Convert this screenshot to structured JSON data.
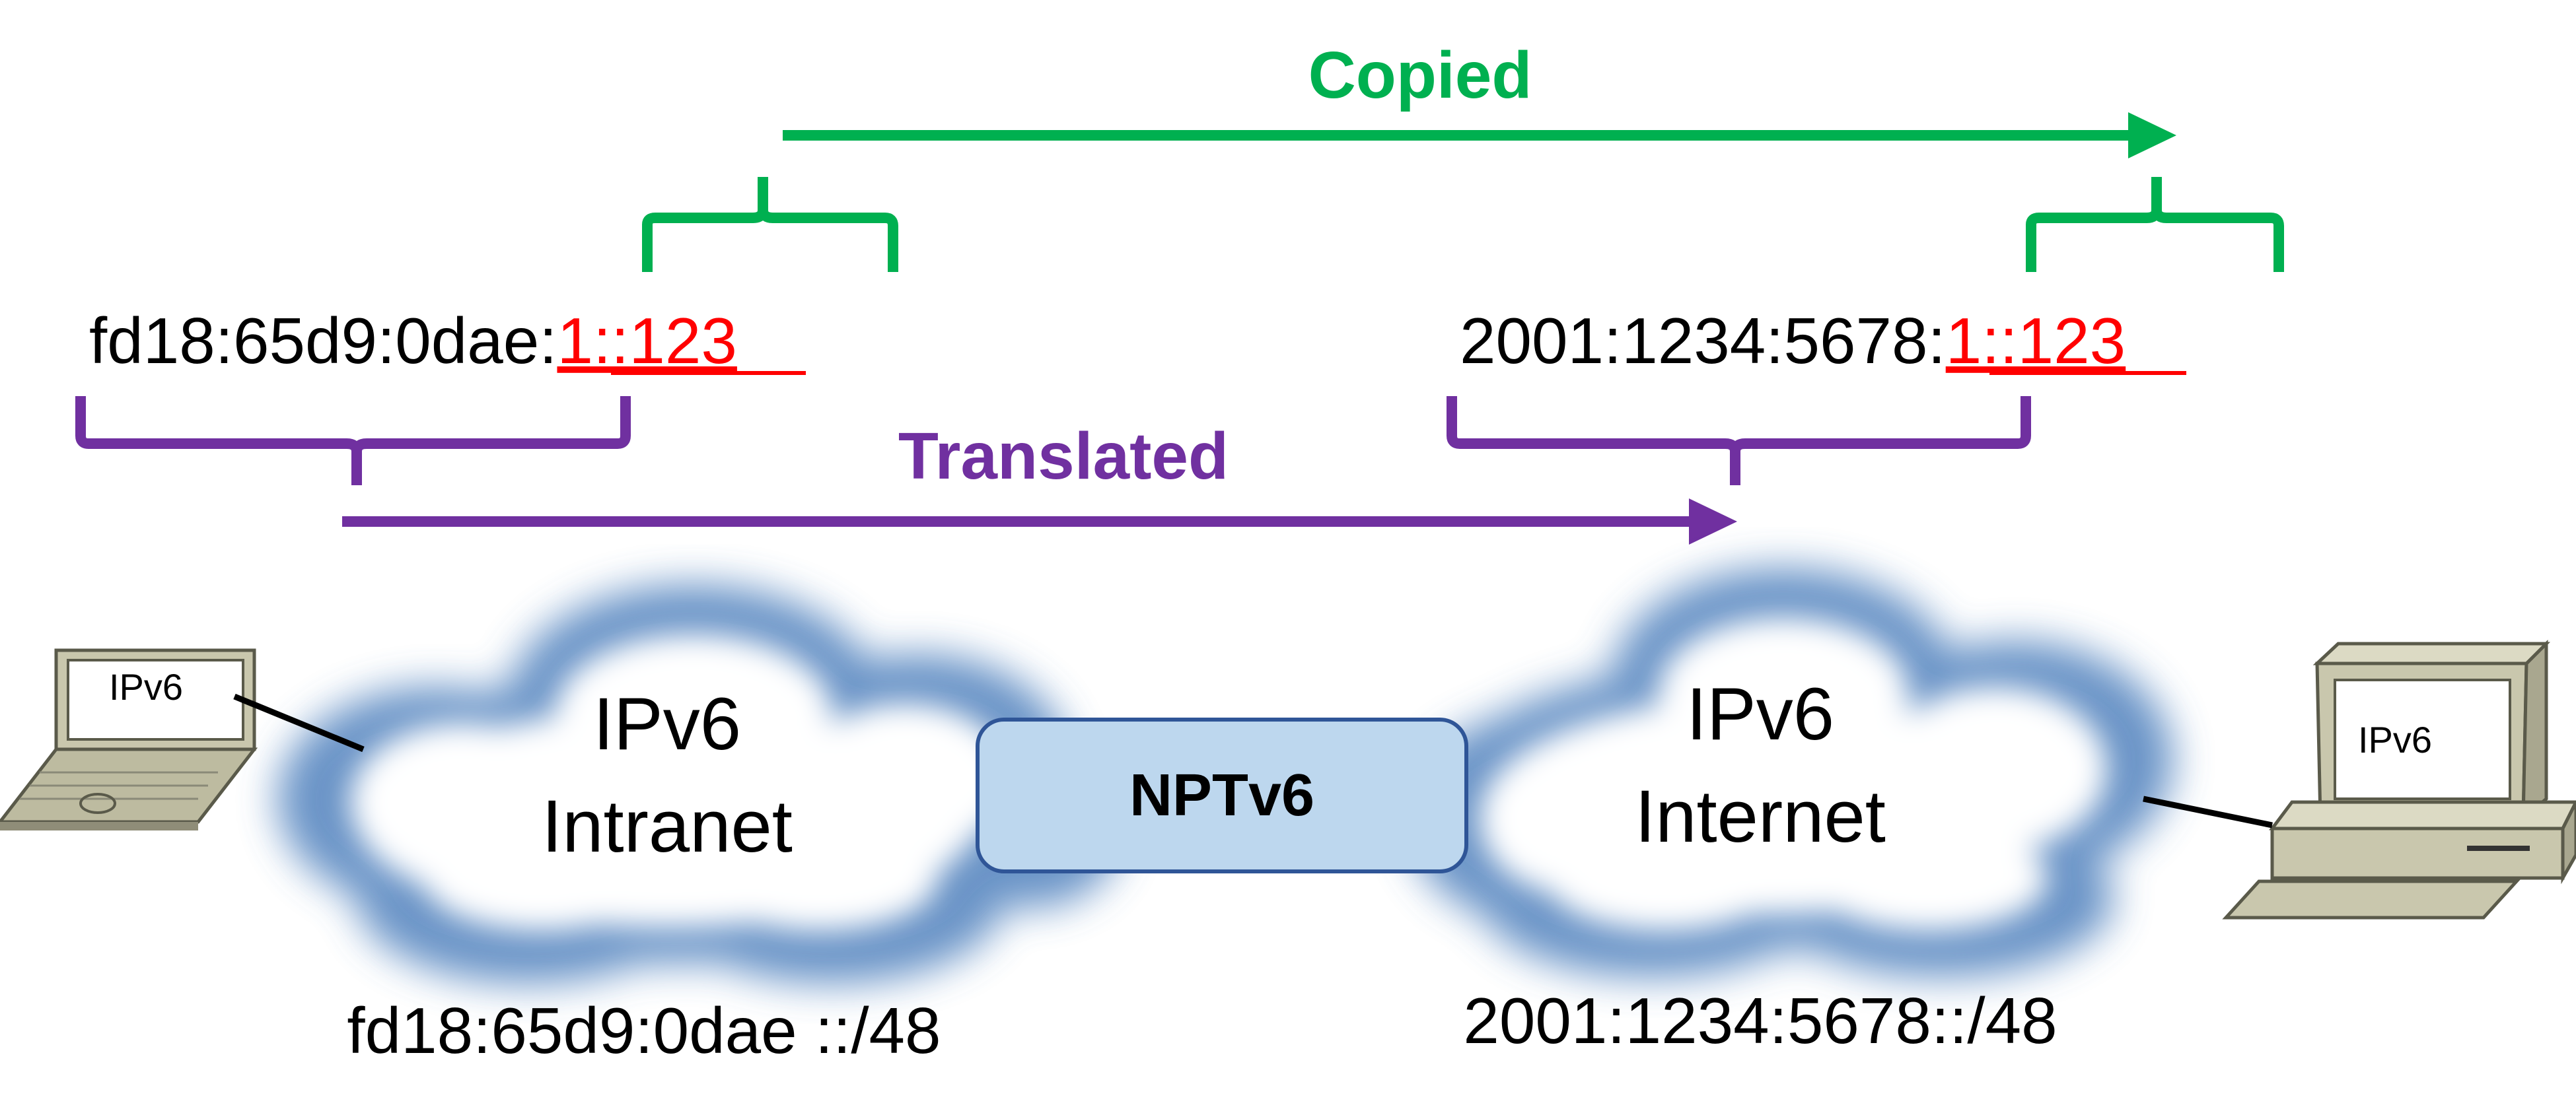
{
  "labels": {
    "copied": "Copied",
    "translated": "Translated"
  },
  "addresses": {
    "internal": {
      "prefix": "fd18:65d9:0dae:",
      "suffix": "1::123"
    },
    "external": {
      "prefix": "2001:1234:5678:",
      "suffix": "1::123"
    }
  },
  "clouds": {
    "intranet": {
      "line1": "IPv6",
      "line2": "Intranet",
      "network": "fd18:65d9:0dae ::/48"
    },
    "internet": {
      "line1": "IPv6",
      "line2": "Internet",
      "network": "2001:1234:5678::/48"
    }
  },
  "gateway": {
    "label": "NPTv6"
  },
  "hosts": {
    "laptop_screen": "IPv6",
    "desktop_screen": "IPv6"
  },
  "colors": {
    "copied": "#00b050",
    "translated": "#7030a0",
    "suffix": "#ff0000",
    "gateway_fill": "#bdd7ee",
    "gateway_border": "#2f5597",
    "cloud": "#4f81bd"
  }
}
